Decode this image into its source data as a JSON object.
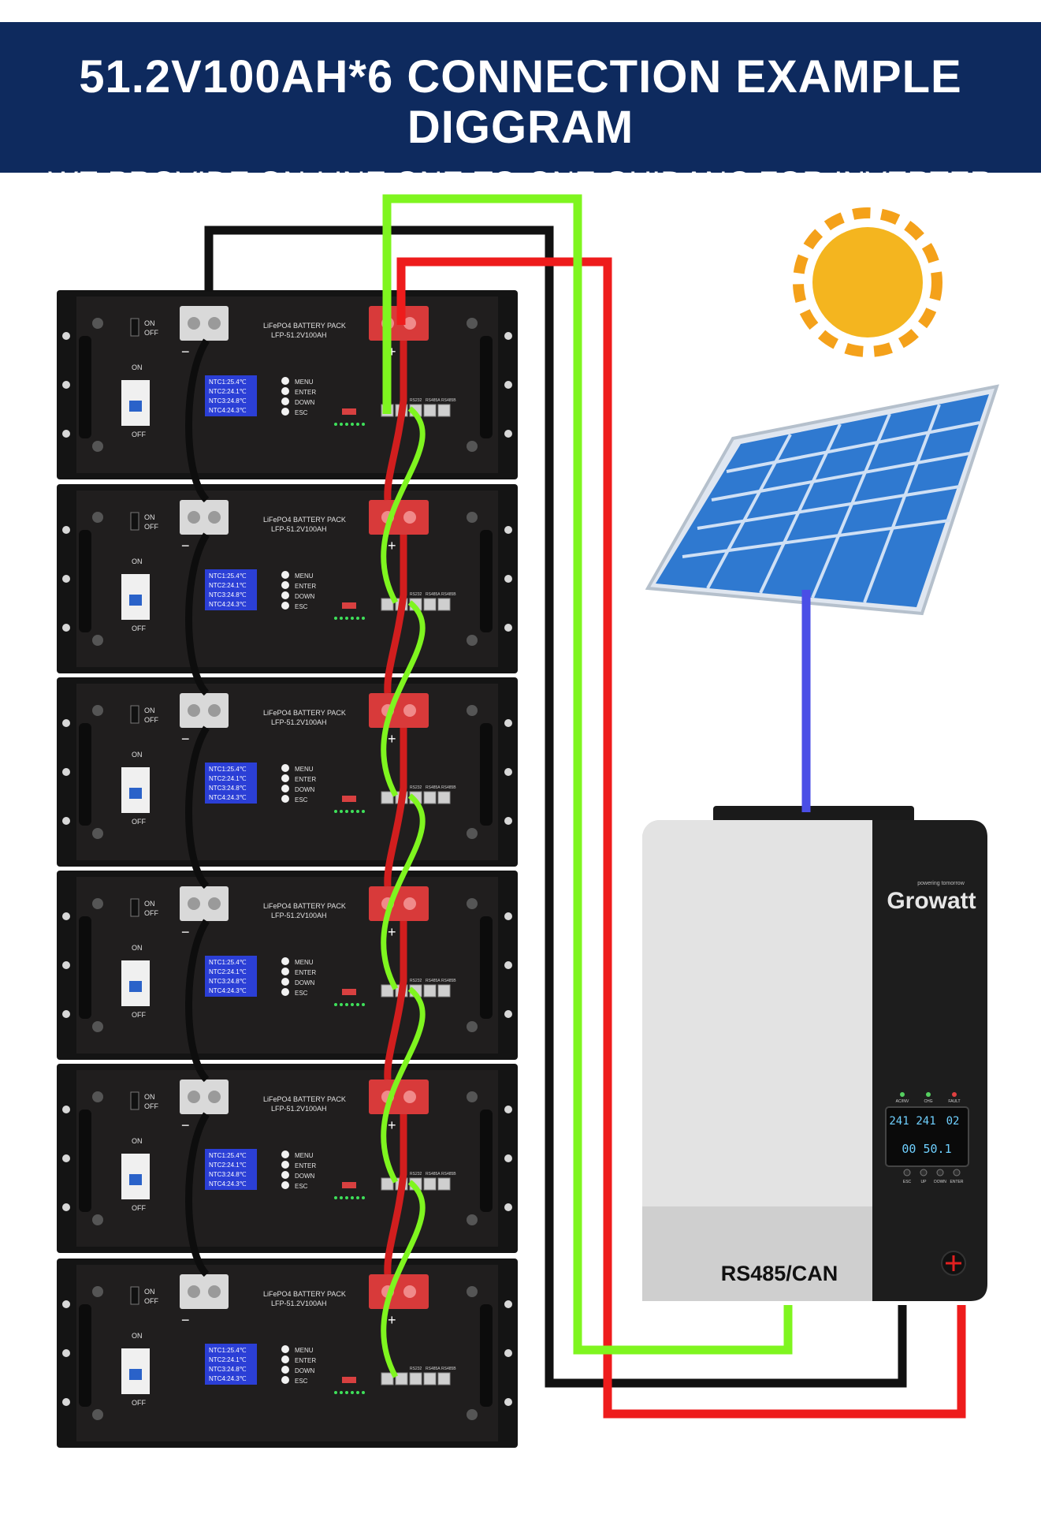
{
  "header": {
    "title": "51.2V100AH*6 CONNECTION EXAMPLE DIGGRAM",
    "subtitle": "WE PROVIDE ON-LINE ONE-TO-ONE GUIDANC FOR INVERTER CONNECTION"
  },
  "battery": {
    "model_line1": "LiFePO4 BATTERY PACK",
    "model_line2": "LFP-51.2V100AH",
    "switch_on": "ON",
    "switch_off": "OFF",
    "breaker_on": "ON",
    "breaker_off": "OFF",
    "ntc": [
      "NTC1:25.4℃",
      "NTC2:24.1℃",
      "NTC3:24.8℃",
      "NTC4:24.3℃"
    ],
    "menu": [
      "MENU",
      "ENTER",
      "DOWN",
      "ESC"
    ],
    "ports": [
      "RS232",
      "RS485A",
      "RS485B"
    ],
    "minus": "−",
    "plus": "+"
  },
  "inverter": {
    "brand": "Growatt",
    "tagline": "powering tomorrow",
    "port_label": "RS485/CAN",
    "leds": [
      "AC/INV",
      "CHG",
      "FAULT"
    ],
    "lcd_top": [
      "241",
      "241",
      "02"
    ],
    "lcd_bottom": "00  50.1",
    "buttons": [
      "ESC",
      "UP",
      "DOWN",
      "ENTER"
    ]
  },
  "colors": {
    "header_bg": "#0e2a5e",
    "wire_black": "#111111",
    "wire_red": "#ee1c1c",
    "wire_green": "#7ff51f",
    "wire_blue": "#4a4ee6",
    "battery_body": "#1e1c1c",
    "lcd_blue": "#2b3fd6"
  }
}
